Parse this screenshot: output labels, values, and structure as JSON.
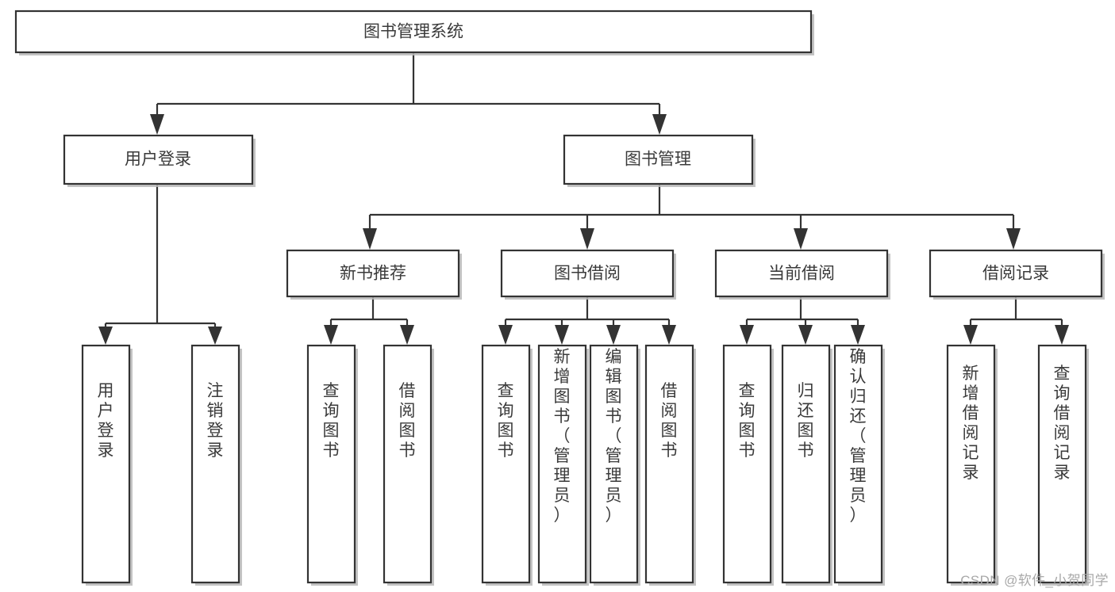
{
  "diagram": {
    "type": "tree-hierarchy",
    "title": "图书管理系统",
    "orientation": "top-down",
    "colors": {
      "box_fill": "#ffffff",
      "box_stroke": "#333333",
      "text": "#3a3a3a",
      "shadow": "#b9b9b9",
      "background": "#ffffff",
      "watermark": "#a8a8a8"
    },
    "nodes": {
      "root": {
        "label": "图书管理系统"
      },
      "level2": [
        {
          "label": "用户登录"
        },
        {
          "label": "图书管理"
        }
      ],
      "level3": [
        {
          "label": "新书推荐"
        },
        {
          "label": "图书借阅"
        },
        {
          "label": "当前借阅"
        },
        {
          "label": "借阅记录"
        }
      ],
      "leaves": [
        {
          "label": "用户登录",
          "parent": "用户登录"
        },
        {
          "label": "注销登录",
          "parent": "用户登录"
        },
        {
          "label": "查询图书",
          "parent": "新书推荐"
        },
        {
          "label": "借阅图书",
          "parent": "新书推荐"
        },
        {
          "label": "查询图书",
          "parent": "图书借阅"
        },
        {
          "label": "新增图书（管理员）",
          "parent": "图书借阅"
        },
        {
          "label": "编辑图书（管理员）",
          "parent": "图书借阅"
        },
        {
          "label": "借阅图书",
          "parent": "图书借阅"
        },
        {
          "label": "查询图书",
          "parent": "当前借阅"
        },
        {
          "label": "归还图书",
          "parent": "当前借阅"
        },
        {
          "label": "确认归还（管理员）",
          "parent": "当前借阅"
        },
        {
          "label": "新增借阅记录",
          "parent": "借阅记录"
        },
        {
          "label": "查询借阅记录",
          "parent": "借阅记录"
        }
      ]
    }
  },
  "watermark": {
    "text": "CSDN @软件_小贺同学"
  }
}
